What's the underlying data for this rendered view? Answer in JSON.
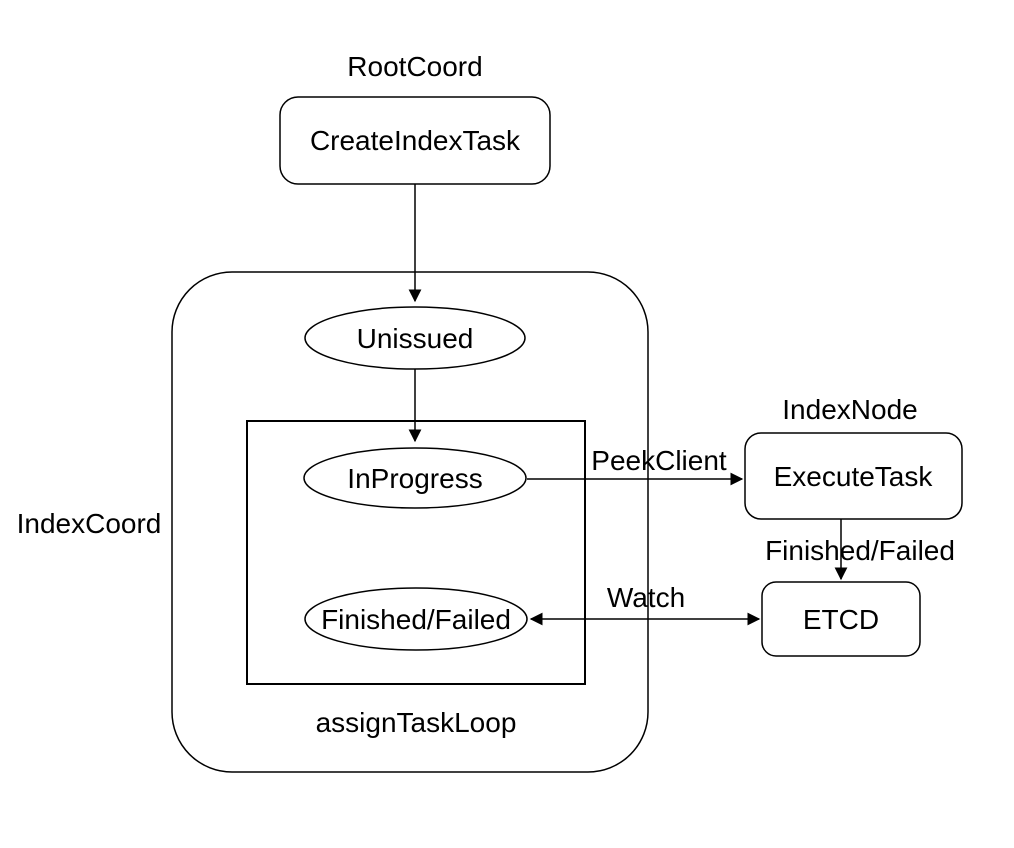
{
  "diagram": {
    "colors": {
      "background": "#ffffff",
      "stroke": "#000000",
      "text": "#000000"
    },
    "groups": {
      "root_coord_label": "RootCoord",
      "index_coord_label": "IndexCoord",
      "index_node_label": "IndexNode",
      "assign_task_loop_label": "assignTaskLoop"
    },
    "nodes": {
      "create_index_task": "CreateIndexTask",
      "unissued": "Unissued",
      "in_progress": "InProgress",
      "finished_failed_state": "Finished/Failed",
      "execute_task": "ExecuteTask",
      "etcd": "ETCD"
    },
    "edge_labels": {
      "peek_client": "PeekClient",
      "finished_failed": "Finished/Failed",
      "watch": "Watch"
    }
  }
}
